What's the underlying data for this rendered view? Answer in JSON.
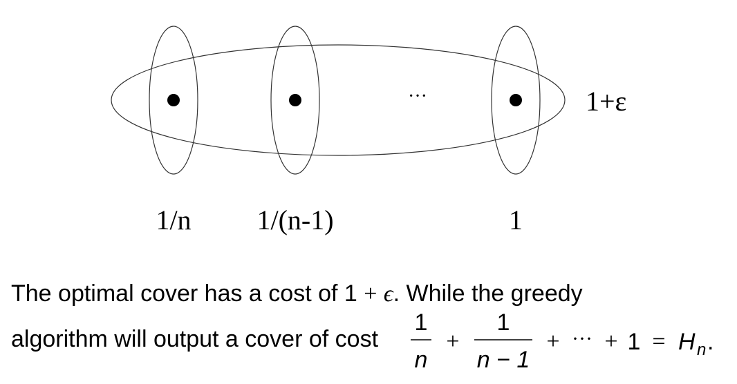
{
  "diagram": {
    "elements": [
      {
        "label": "1/n"
      },
      {
        "label": "1/(n-1)"
      },
      {
        "label": "1"
      }
    ],
    "ellipsis": "···",
    "big_set_label": "1+ε"
  },
  "caption": {
    "line1_before": "The optimal cover has a cost of 1",
    "line1_plus": "+",
    "line1_eps": "ϵ",
    "line1_after": ". While the greedy",
    "line2_before": "algorithm will output a cover of cost",
    "frac1_num": "1",
    "frac1_den": "n",
    "plus1": "+",
    "frac2_num": "1",
    "frac2_den": "n − 1",
    "plus2": "+",
    "cdots": "···",
    "plus3": "+",
    "one": "1",
    "equals": "=",
    "H": "H",
    "sub": "n",
    "period": "."
  }
}
